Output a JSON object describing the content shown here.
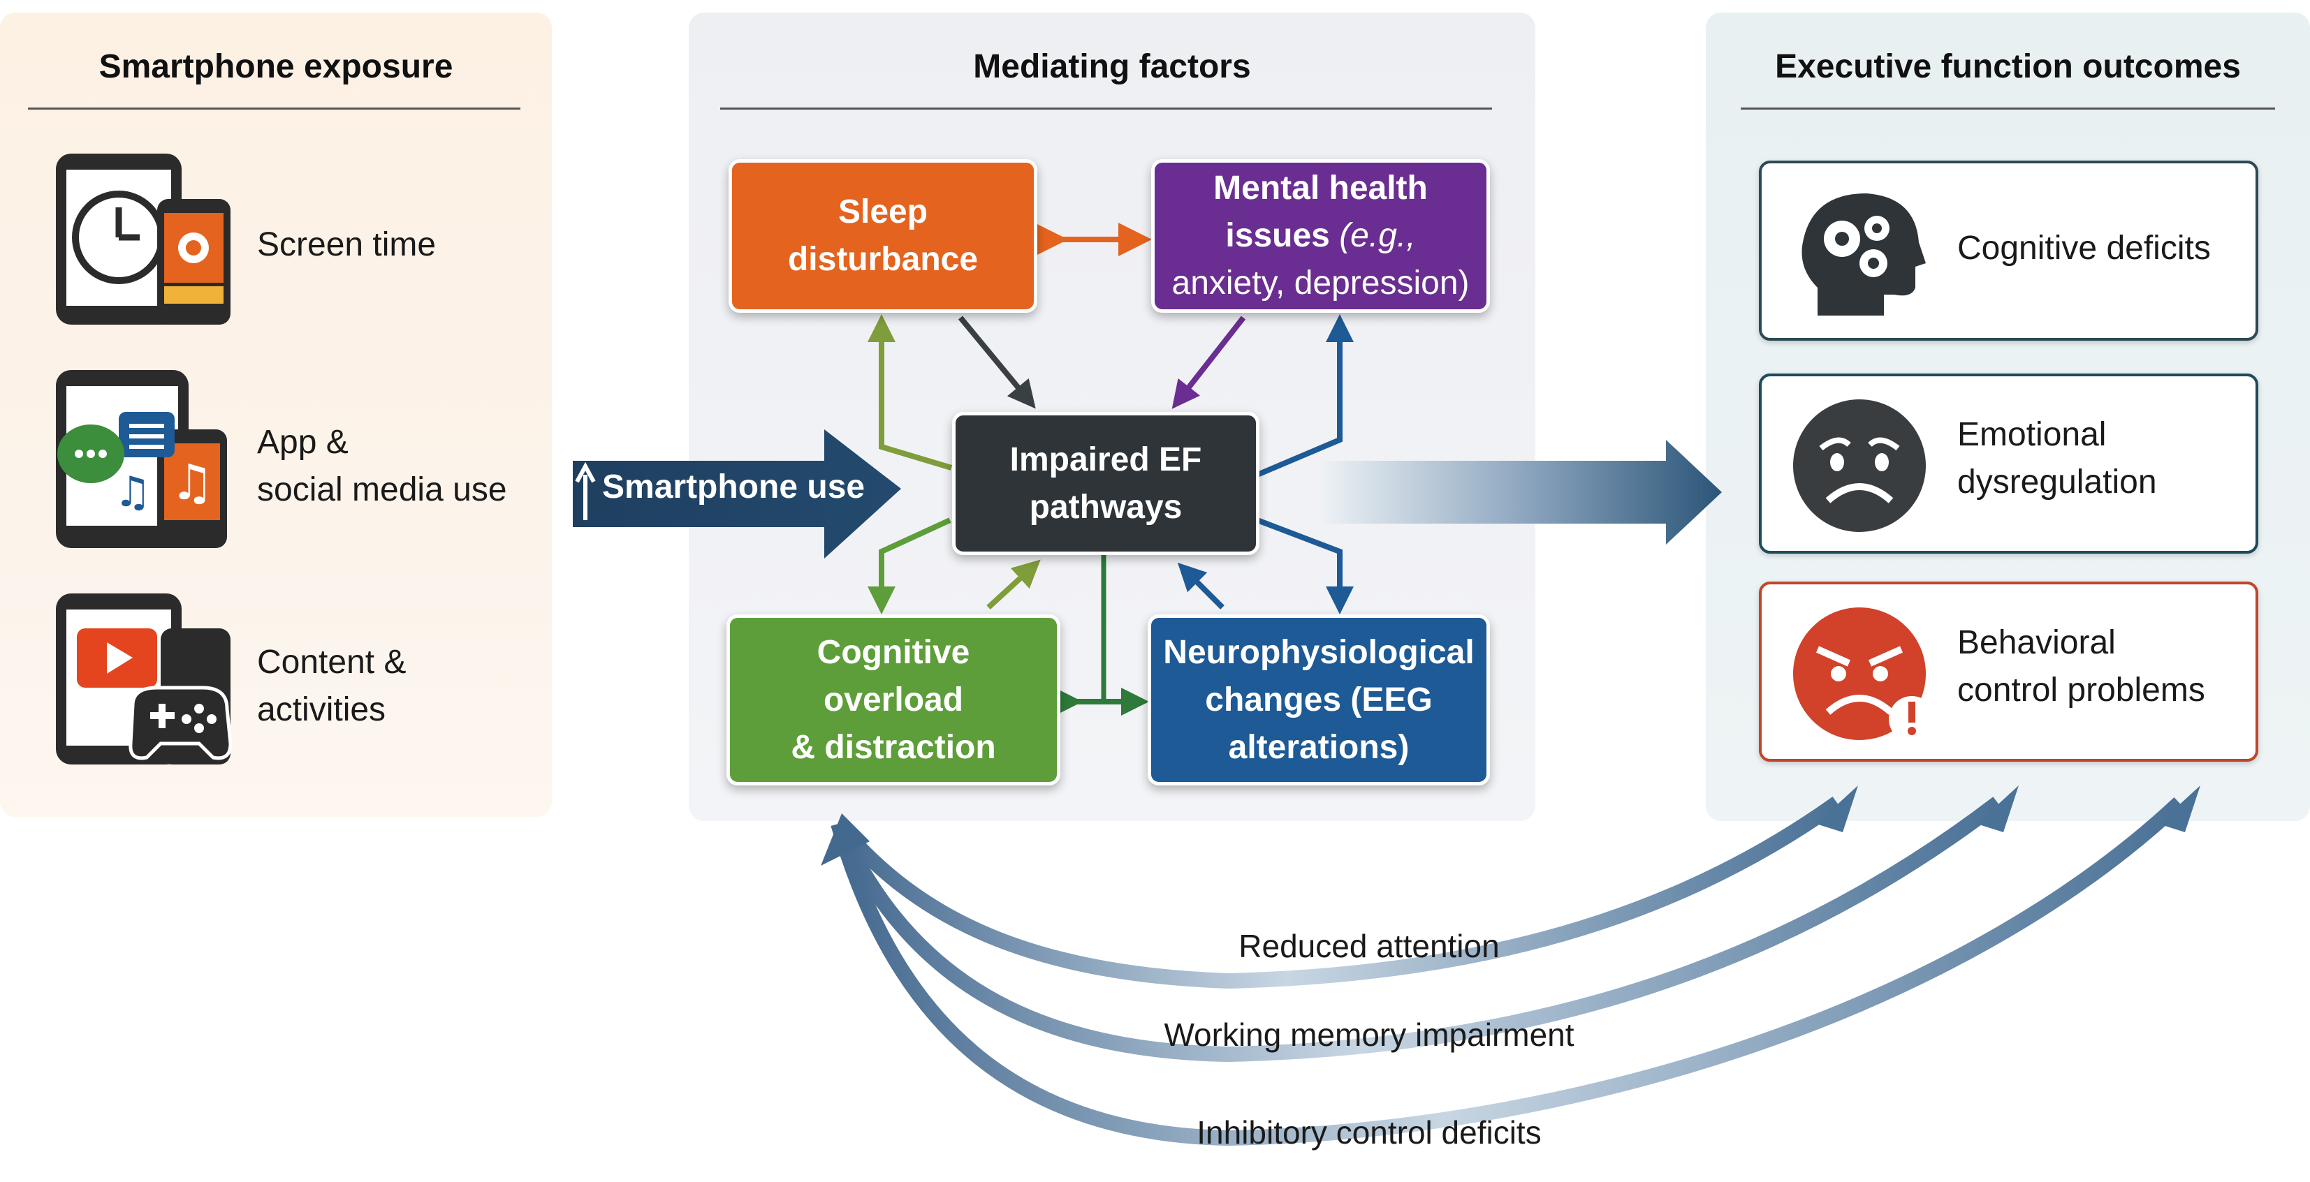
{
  "panels": {
    "exposure": {
      "title": "Smartphone exposure",
      "items": [
        {
          "label_line1": "Screen time",
          "label_line2": "",
          "icon": "phone-clock-icon"
        },
        {
          "label_line1": "App &",
          "label_line2": "social media use",
          "icon": "phone-apps-social-icon"
        },
        {
          "label_line1": "Content &",
          "label_line2": "activities",
          "icon": "phone-video-game-icon"
        }
      ]
    },
    "mediating": {
      "title": "Mediating factors",
      "input_arrow_label": "Smartphone use",
      "center": {
        "line1": "Impaired EF",
        "line2": "pathways"
      },
      "boxes": {
        "sleep": {
          "line1": "Sleep",
          "line2": "disturbance",
          "color": "#e4631f"
        },
        "mental": {
          "line1": "Mental health",
          "line2_bold": "issues",
          "line2_italic": "(e.g.,",
          "line3": "anxiety, depression)",
          "color": "#6a2d91"
        },
        "cognitive": {
          "line1": "Cognitive",
          "line2": "overload",
          "line3": "& distraction",
          "color": "#5e9e3a"
        },
        "neuro": {
          "line1": "Neurophysiological",
          "line2": "changes (EEG",
          "line3": "alterations)",
          "color": "#1d5a96"
        }
      },
      "center_color": "#2f3438"
    },
    "outcomes": {
      "title": "Executive function outcomes",
      "items": [
        {
          "line1": "Cognitive deficits",
          "line2": "",
          "icon": "head-gears-icon",
          "border": "#2c4a55"
        },
        {
          "line1": "Emotional",
          "line2": "dysregulation",
          "icon": "sad-face-icon",
          "border": "#1f4a5c"
        },
        {
          "line1": "Behavioral",
          "line2": "control problems",
          "icon": "angry-face-icon",
          "border": "#c0452a"
        }
      ]
    }
  },
  "feedback_labels": [
    "Reduced attention",
    "Working memory impairment",
    "Inhibitory control deficits"
  ]
}
